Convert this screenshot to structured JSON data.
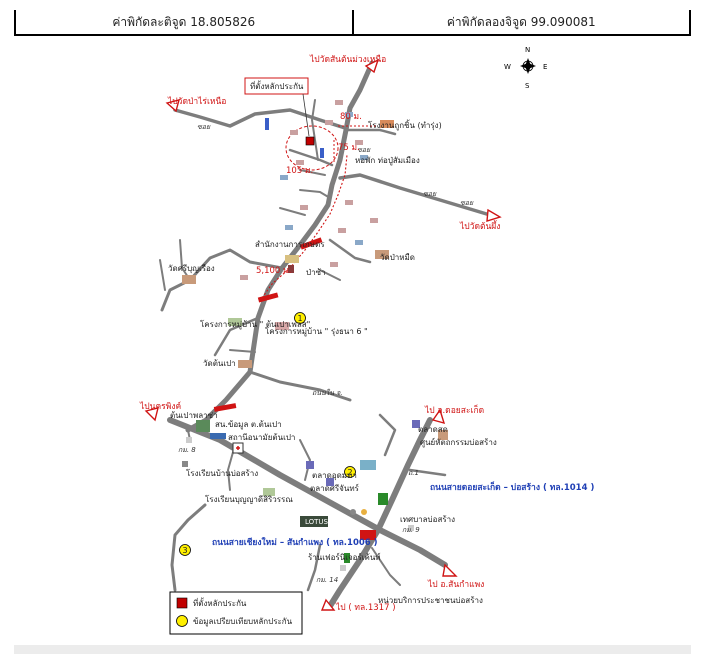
{
  "header": {
    "latitude_label": "ค่าพิกัดละติจูด 18.805826",
    "longitude_label": "ค่าพิกัดลองจิจูด 99.090081"
  },
  "compass": {
    "n": "N",
    "s": "S",
    "e": "E",
    "w": "W"
  },
  "map": {
    "directions": {
      "to_wat_santon_muang_nuea": "ไปวัดสันต้นม่วงเหนือ",
      "to_wat_pa_rai_nuea": "ไปวัดป่าไร่เหนือ",
      "to_wat_ton_phueng": "ไปวัดต้นผึ้ง",
      "to_nakhon_phing": "ไปนครพิงค์",
      "to_doi_saket": "ไป อ.ดอยสะเก็ด",
      "to_san_kamphaeng": "ไป อ.สันกำแพง",
      "to_1317": "ไป ( ทล.1317 )"
    },
    "places": {
      "property_location_box": "ที่ตั้งหลักประกัน",
      "factory": "โรงงานถูกชิ้น (ทำรุ่ง)",
      "dormitory": "หอพัก ท่อปู่สัมเมือง",
      "agri_office": "สำนักงานการเกษตร",
      "pa_sa": "ป่าซ้า",
      "wat_pa_mued": "วัดป่าหมืด",
      "wat_ton_pao": "วัดต้นเปา",
      "wat_si_bun_rueang": "วัดศรีบุญเรือง",
      "village_ton_pao_place": "โครงการหมู่บ้าน \" ต้นเปาเพลส\"",
      "village_rung_thanao": "โครงการหมู่บ้าน \" รุ่งธนา 6 \"",
      "ton_pao_market": "ต้นเปาพลาซ่า",
      "ton_pao_health": "สน.ข้อมูล ต.ต้นเปา",
      "ton_pao_health_center": "สถานีอนามัยต้นเปา",
      "school_ban_bo_sang": "โรงเรียนบ้านบ่อสร้าง",
      "school_bunyawat": "โรงเรียนบุญญาดีสิริวรรณ",
      "market_udom": "ตลาดอุดมทา",
      "market_srichan": "ตลาดศรีจันทร์",
      "market_sod": "ตลาดสด",
      "bo_sang_center": "ศูนย์หัตถกรรมบ่อสร้าง",
      "lotus": "LOTUS",
      "bo_sang_municipality": "เทศบาลบ่อสร้าง",
      "seven_eleven_label": "ร้านเฟอร์นิเจอร์เค้นท์",
      "bo_sang_service": "หน่วยบริการประชาชนบ่อสร้าง"
    },
    "roads": {
      "doi_saket_road": "ถนนสายดอยสะเก็ด – บ่อสร้าง ( ทล.1014 )",
      "chiangmai_road": "ถนนสายเชียงใหม่ – สันกำแพง ( ทล.1006 )",
      "route_label_small": "ถนนใน จ.",
      "km8": "กม. 8",
      "km9": "กม. 9",
      "km14": "กม. 14",
      "km_sign_1": "ถ.1"
    },
    "distances": {
      "d80": "80 ม.",
      "d75": "75 ม.",
      "d105": "105 ม.",
      "d5100": "5,100 ม."
    },
    "small_road_labels": {
      "soi": "ซอย",
      "soi2": "ซอย",
      "soi3": "ซอย",
      "soi4": "ซอย"
    }
  },
  "legend": {
    "property_marker": "ที่ตั้งหลักประกัน",
    "comparison_marker": "ข้อมูลเปรียบเทียบหลักประกัน"
  },
  "comparison_numbers": {
    "one": "1",
    "two": "2",
    "three": "3"
  },
  "colors": {
    "road": "#7a7a7a",
    "arrow_red": "#d01414",
    "route_dotted": "#d01414",
    "property_marker": "#c00000",
    "comparison_marker": "#ffef00",
    "blue_text": "#1f3fb5"
  }
}
